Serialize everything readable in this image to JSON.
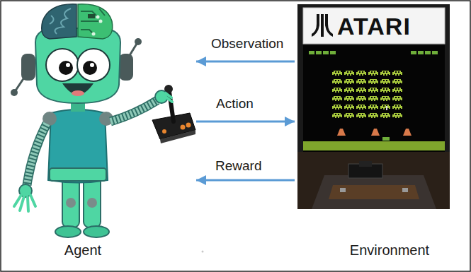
{
  "diagram": {
    "nodes": [
      {
        "text": [
          "Agent"
        ]
      },
      {
        "text": [
          "Environment"
        ]
      }
    ],
    "edges": [
      {
        "from": 1,
        "to": 0,
        "arrow": "to",
        "label": "Observation"
      },
      {
        "from": 0,
        "to": 1,
        "arrow": "to",
        "label": "Action"
      },
      {
        "from": 1,
        "to": 0,
        "arrow": "to",
        "label": "Reward"
      }
    ],
    "labels": [
      "ATARI"
    ]
  }
}
